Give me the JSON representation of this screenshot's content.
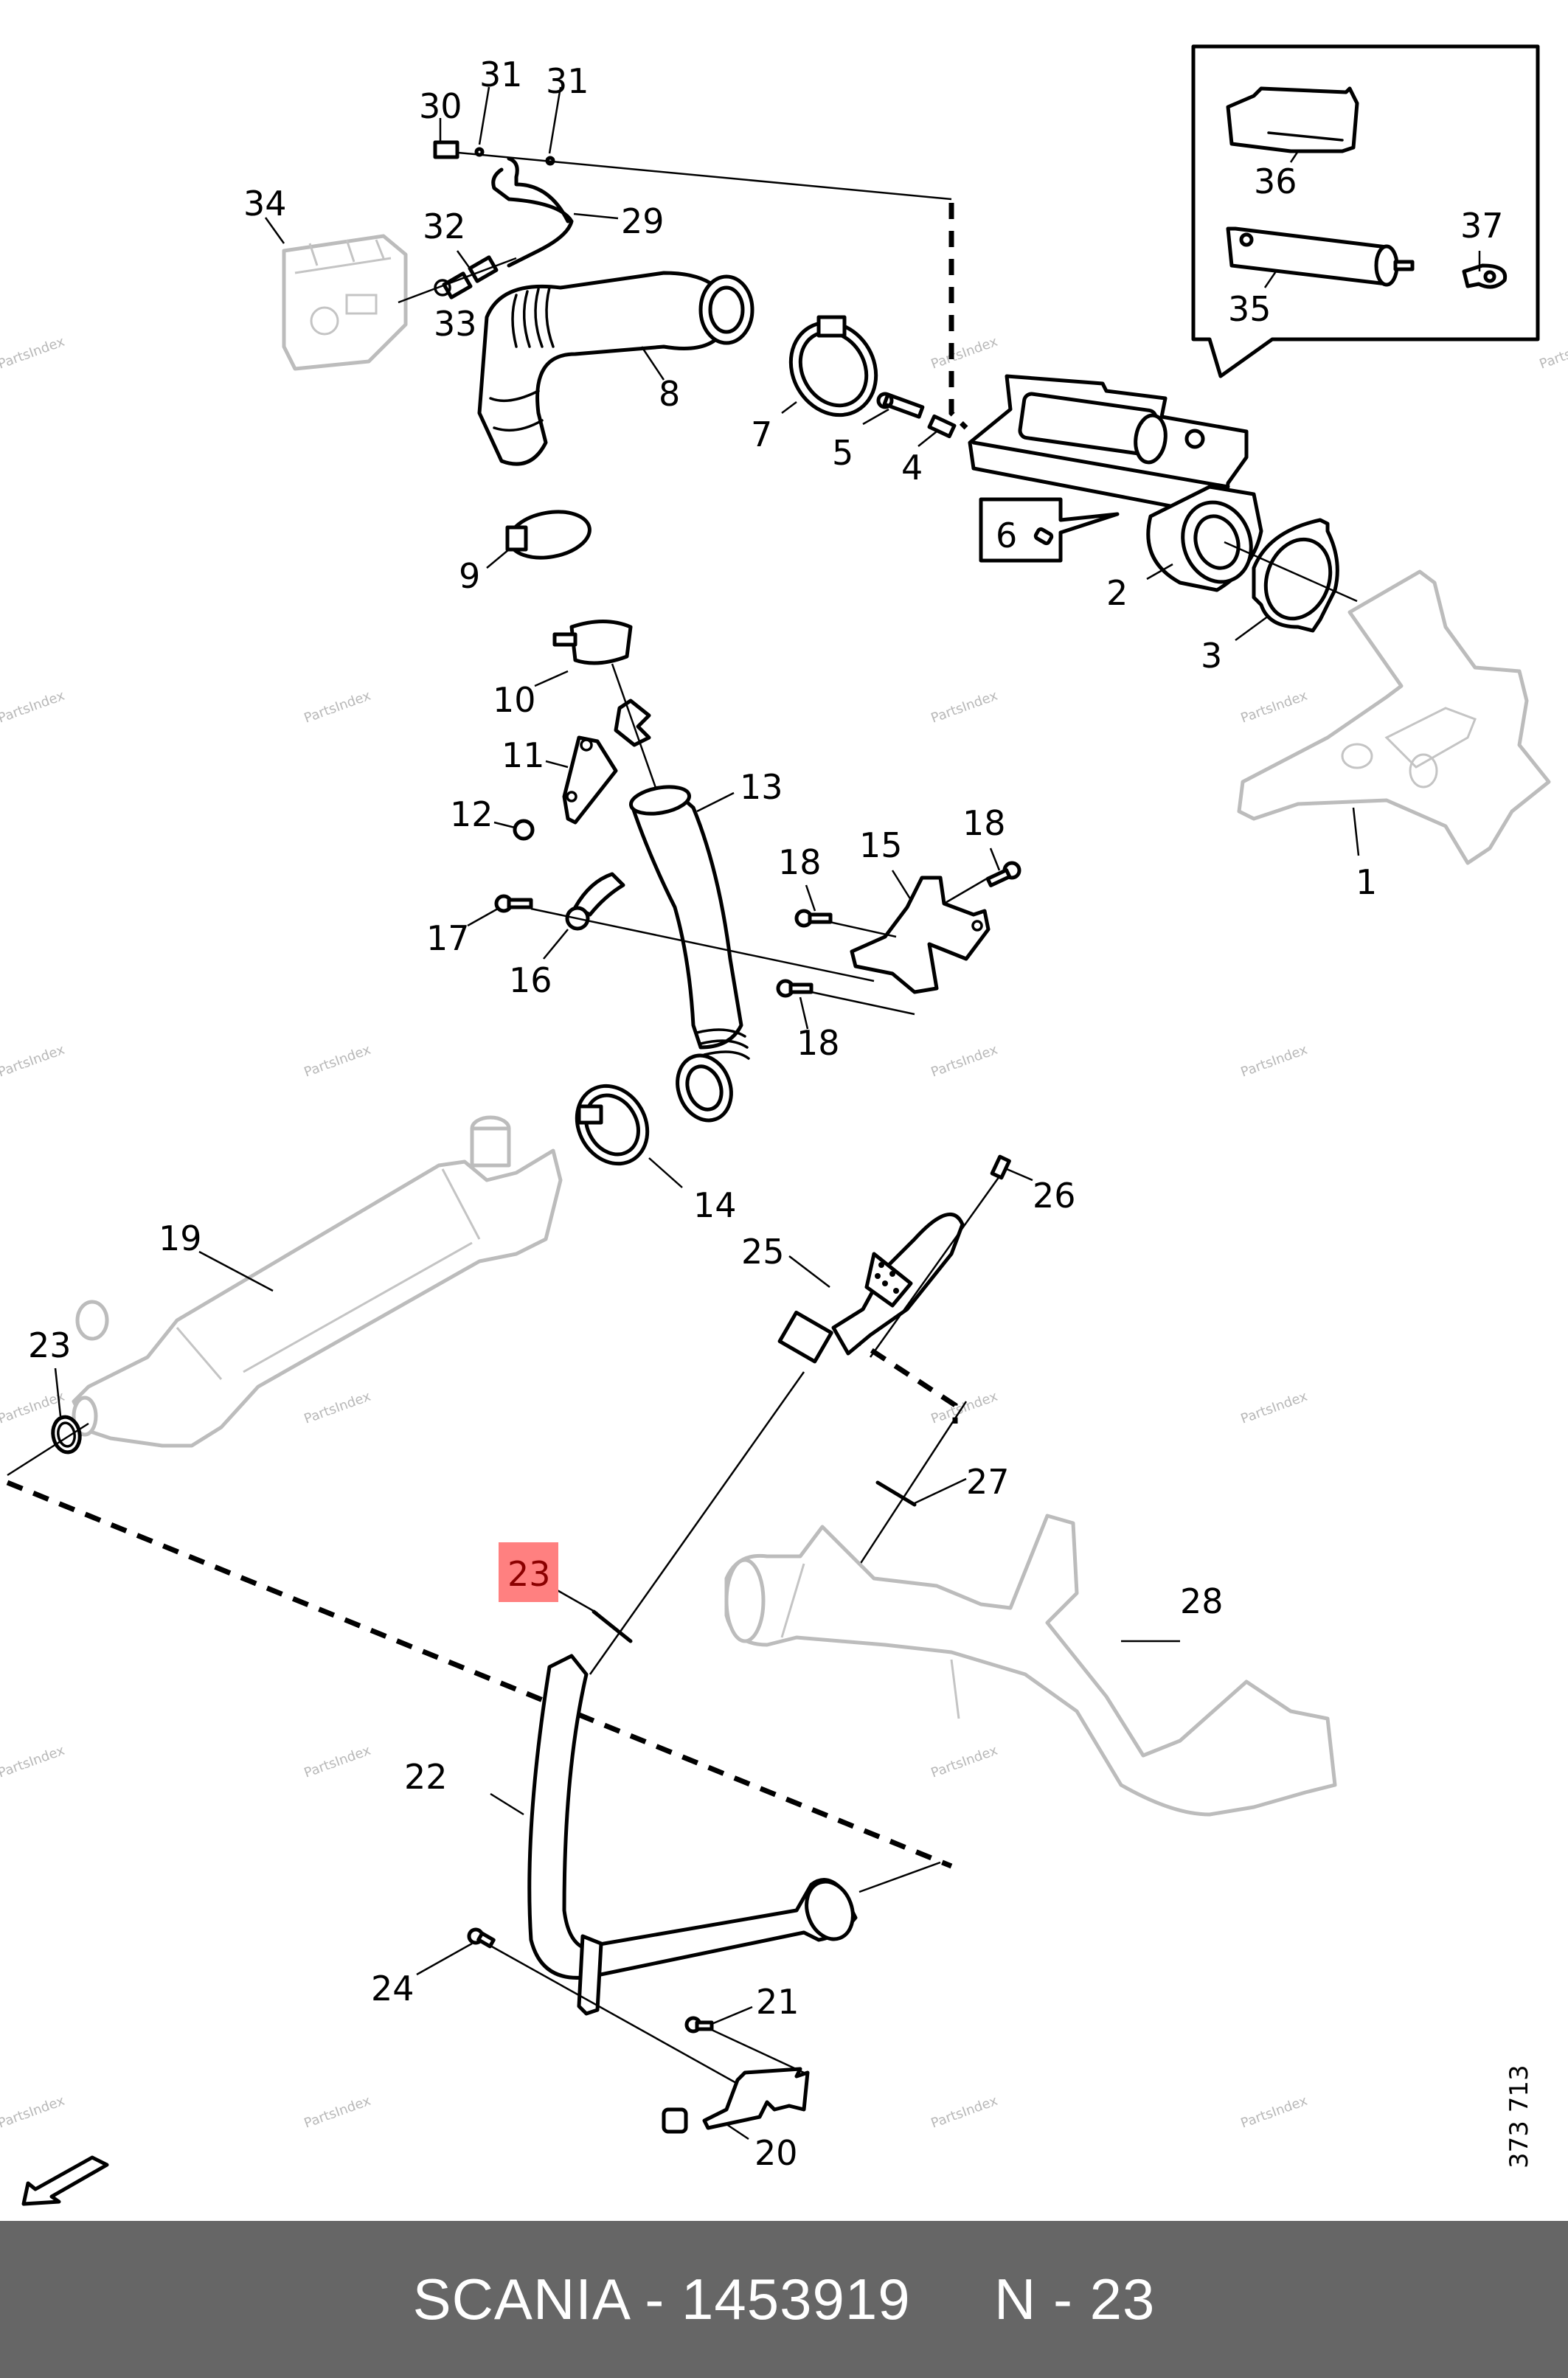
{
  "diagram": {
    "brand": "SCANIA",
    "part_number": "1453919",
    "position_label": "N - 23",
    "footer_text": "SCANIA - 1453919     N - 23",
    "drawing_number": "373 713",
    "watermark": "PartsIndex",
    "highlight_color": "#ff8080",
    "highlighted_callout": "23",
    "orientation_arrow": "arrow-down-left-icon",
    "callouts": [
      {
        "id": "c30",
        "label": "30"
      },
      {
        "id": "c31a",
        "label": "31"
      },
      {
        "id": "c31b",
        "label": "31"
      },
      {
        "id": "c29",
        "label": "29"
      },
      {
        "id": "c32",
        "label": "32"
      },
      {
        "id": "c33",
        "label": "33"
      },
      {
        "id": "c34",
        "label": "34"
      },
      {
        "id": "c8",
        "label": "8"
      },
      {
        "id": "c7",
        "label": "7"
      },
      {
        "id": "c5",
        "label": "5"
      },
      {
        "id": "c4",
        "label": "4"
      },
      {
        "id": "c6",
        "label": "6"
      },
      {
        "id": "c2",
        "label": "2"
      },
      {
        "id": "c3",
        "label": "3"
      },
      {
        "id": "c1",
        "label": "1"
      },
      {
        "id": "c36",
        "label": "36"
      },
      {
        "id": "c35",
        "label": "35"
      },
      {
        "id": "c37",
        "label": "37"
      },
      {
        "id": "c9",
        "label": "9"
      },
      {
        "id": "c10",
        "label": "10"
      },
      {
        "id": "c11",
        "label": "11"
      },
      {
        "id": "c12",
        "label": "12"
      },
      {
        "id": "c13",
        "label": "13"
      },
      {
        "id": "c15",
        "label": "15"
      },
      {
        "id": "c18a",
        "label": "18"
      },
      {
        "id": "c18b",
        "label": "18"
      },
      {
        "id": "c18c",
        "label": "18"
      },
      {
        "id": "c17",
        "label": "17"
      },
      {
        "id": "c16",
        "label": "16"
      },
      {
        "id": "c14",
        "label": "14"
      },
      {
        "id": "c19",
        "label": "19"
      },
      {
        "id": "c23a",
        "label": "23"
      },
      {
        "id": "c26",
        "label": "26"
      },
      {
        "id": "c25",
        "label": "25"
      },
      {
        "id": "c27",
        "label": "27"
      },
      {
        "id": "c28",
        "label": "28"
      },
      {
        "id": "c23b",
        "label": "23"
      },
      {
        "id": "c22",
        "label": "22"
      },
      {
        "id": "c24",
        "label": "24"
      },
      {
        "id": "c21",
        "label": "21"
      },
      {
        "id": "c20",
        "label": "20"
      }
    ]
  }
}
